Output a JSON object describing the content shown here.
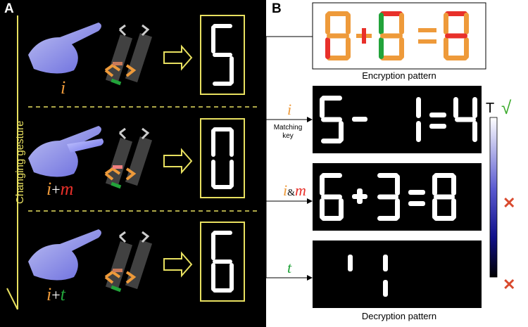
{
  "panels": {
    "a_label": "A",
    "b_label": "B"
  },
  "panel_a": {
    "vertical_label": "Changing gesture",
    "rows": [
      {
        "key": "i",
        "second_key": "",
        "shown_digit": "5"
      },
      {
        "key": "i",
        "operator": "+",
        "second_key": "m",
        "shown_digit": "0"
      },
      {
        "key": "i",
        "operator": "+",
        "second_key": "t",
        "shown_digit": "6"
      }
    ]
  },
  "panel_b": {
    "encryption_caption": "Encryption pattern",
    "decryption_caption": "Decryption pattern",
    "colorbar_top_label": "T",
    "matching_key_label": "Matching key",
    "result_rows": [
      {
        "key": "i",
        "operator": "",
        "second_key": "",
        "equation": "5- 1=4",
        "valid": true
      },
      {
        "key": "i",
        "operator": "&",
        "second_key": "m",
        "equation": "6+3=8",
        "valid": false
      },
      {
        "key": "",
        "operator": "",
        "second_key": "t",
        "equation": "11",
        "valid": false
      }
    ],
    "check_glyph": "√",
    "cross_glyph": "✕"
  },
  "colors": {
    "orange": "#ee9a3a",
    "green": "#22a33a",
    "red": "#e8302a",
    "yellow_frame": "#e8e060",
    "hand": "#8a8cf0"
  }
}
